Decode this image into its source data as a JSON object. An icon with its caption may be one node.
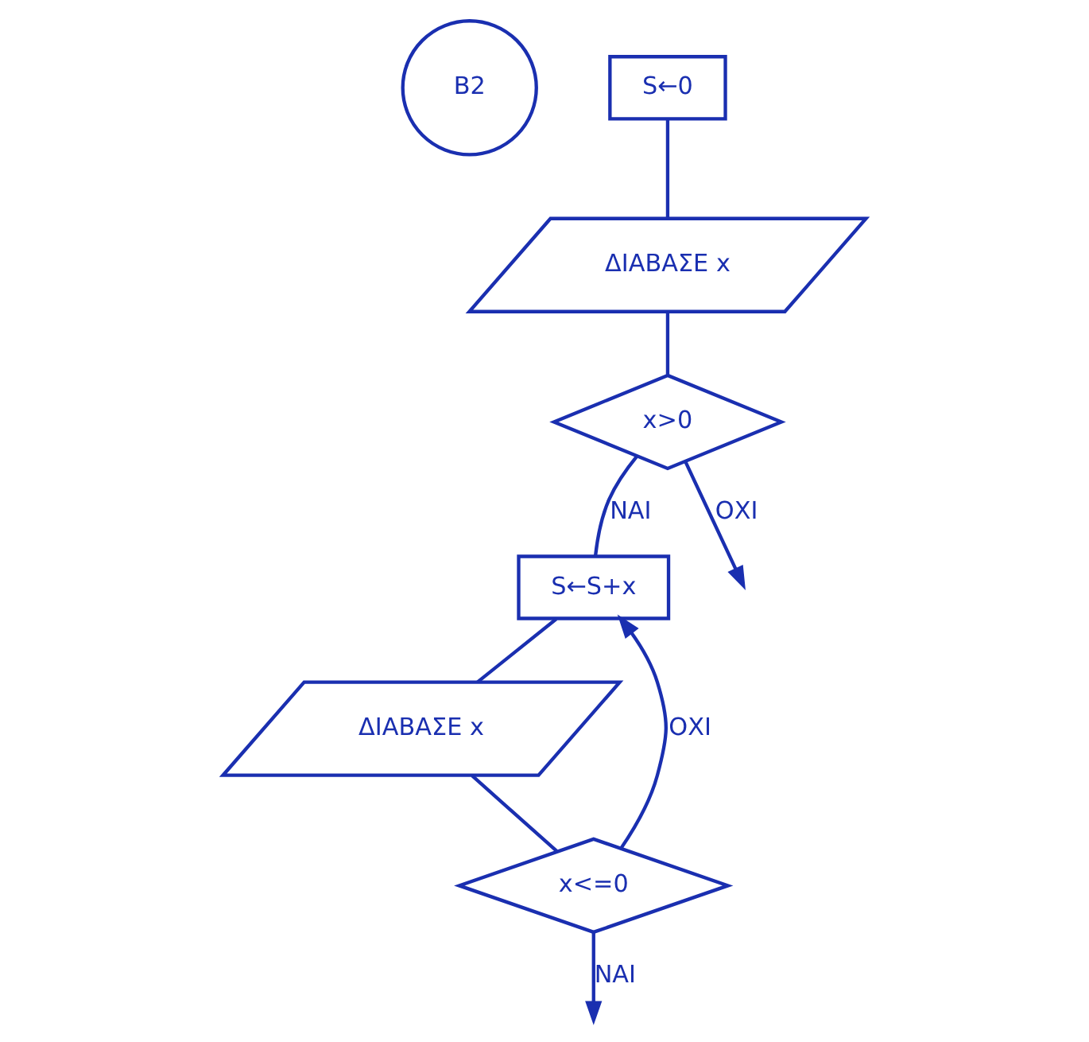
{
  "diagram": {
    "nodes": [
      {
        "text": [
          "B2"
        ]
      },
      {
        "text": [
          "S←0"
        ]
      },
      {
        "text": [
          "ΔΙΑΒΑΣΕ x"
        ]
      },
      {
        "text": [
          "x>0"
        ]
      },
      {
        "text": [
          "S←S+x"
        ]
      },
      {
        "text": [
          "ΔΙΑΒΑΣΕ x"
        ]
      },
      {
        "text": [
          "x<=0"
        ]
      }
    ],
    "edges": [
      {
        "from": 1,
        "to": 2,
        "arrow": "none"
      },
      {
        "from": 2,
        "to": 3,
        "arrow": "none"
      },
      {
        "from": 3,
        "to": 4,
        "arrow": "none",
        "label": "ΝΑΙ"
      },
      {
        "from": 4,
        "to": 5,
        "arrow": "none"
      },
      {
        "from": 5,
        "to": 6,
        "arrow": "none"
      },
      {
        "from": 6,
        "to": 4,
        "arrow": "to",
        "label": "ΟΧΙ"
      },
      {
        "from": 3,
        "to": null,
        "arrow": "to",
        "label": "ΟΧΙ"
      },
      {
        "from": 6,
        "to": null,
        "arrow": "to",
        "label": "ΝΑΙ"
      }
    ]
  }
}
